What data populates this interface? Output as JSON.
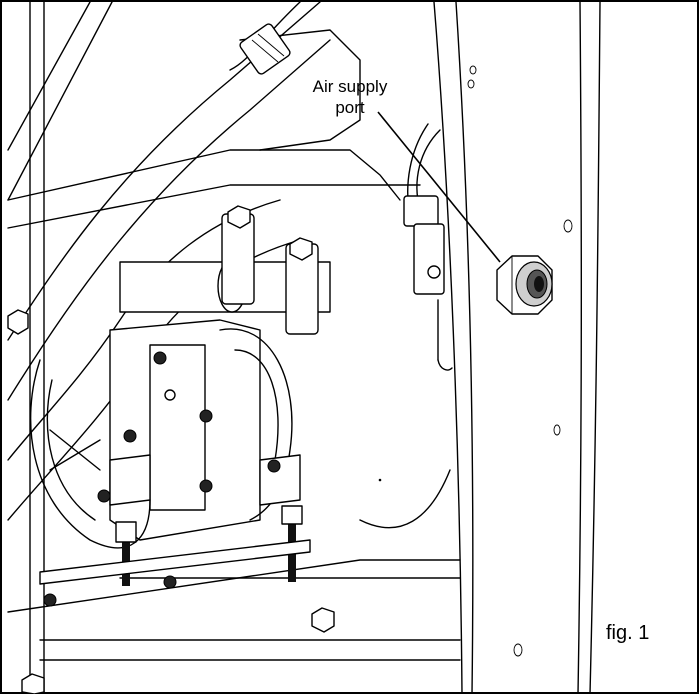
{
  "figure": {
    "callout_line1": "Air supply",
    "callout_line2": "port",
    "figure_label": "fig. 1"
  }
}
